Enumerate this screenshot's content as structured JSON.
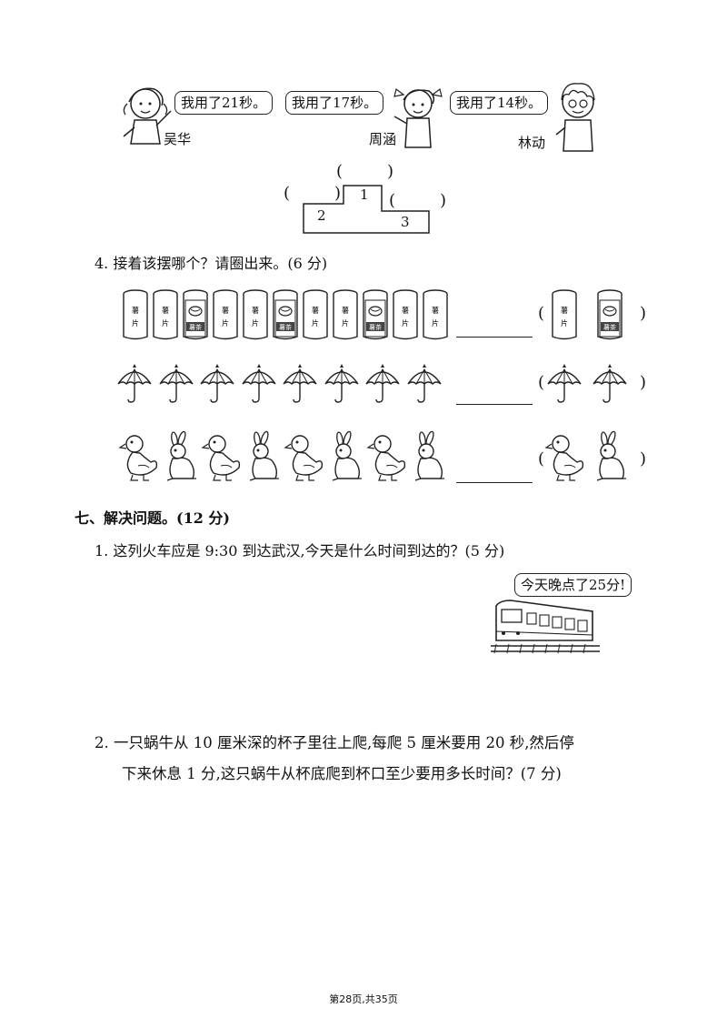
{
  "race": {
    "bubbles": [
      "我用了21秒。",
      "我用了17秒。",
      "我用了14秒。"
    ],
    "names": [
      "吴华",
      "周涵",
      "林动"
    ],
    "podium": {
      "numbers": [
        "1",
        "2",
        "3"
      ],
      "paren_open": "(",
      "paren_close": ")"
    }
  },
  "q4": {
    "text": "4. 接着该摆哪个？请圈出来。(6 分)",
    "can_labels": [
      "薯片",
      "薯茶"
    ],
    "rows": [
      {
        "sequence": [
          "chips",
          "chips",
          "peanut",
          "chips",
          "chips",
          "peanut",
          "chips",
          "chips",
          "peanut",
          "chips",
          "chips"
        ],
        "options": [
          "chips",
          "peanut"
        ]
      },
      {
        "sequence": [
          "umbrella",
          "umbrella",
          "umbrella",
          "umbrella",
          "umbrella",
          "umbrella",
          "umbrella",
          "umbrella"
        ],
        "options": [
          "umbrella",
          "umbrella"
        ]
      },
      {
        "sequence": [
          "duck",
          "rabbit",
          "duck",
          "rabbit",
          "duck",
          "rabbit",
          "duck",
          "rabbit"
        ],
        "options": [
          "duck",
          "rabbit"
        ]
      }
    ]
  },
  "section7": {
    "title": "七、解决问题。(12 分)",
    "q1": "1. 这列火车应是 9:30 到达武汉,今天是什么时间到达的？(5 分)",
    "train_bubble": "今天晚点了25分!",
    "q2_line1": "2. 一只蜗牛从 10 厘米深的杯子里往上爬,每爬 5 厘米要用 20 秒,然后停",
    "q2_line2": "下来休息 1 分,这只蜗牛从杯底爬到杯口至少要用多长时间？(7 分)"
  },
  "footer": "第28页,共35页"
}
